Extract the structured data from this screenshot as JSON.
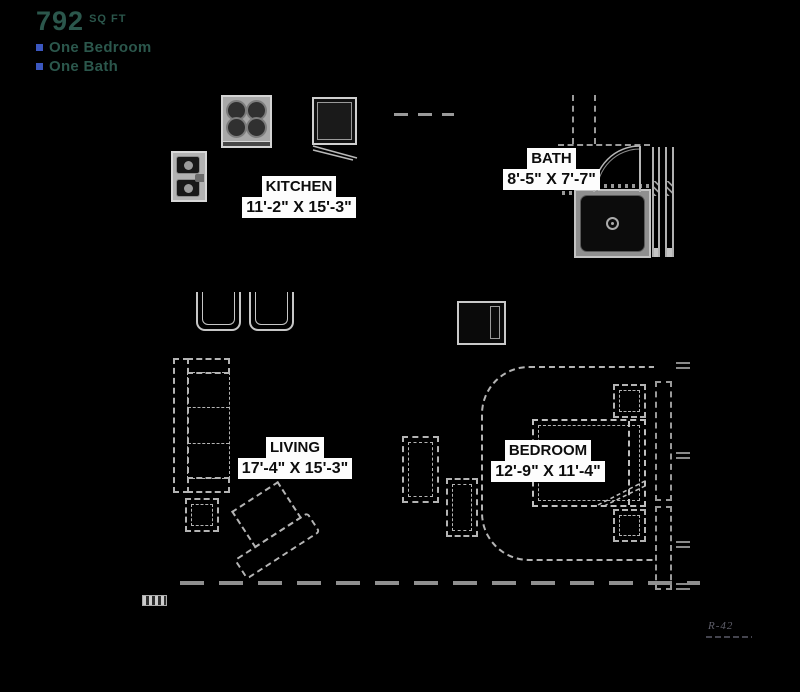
{
  "header": {
    "sqft": "792",
    "sqft_unit": "SQ FT",
    "features": [
      "One Bedroom",
      "One Bath"
    ]
  },
  "rooms": [
    {
      "name": "KITCHEN",
      "dims": "11'-2\" X 15'-3\""
    },
    {
      "name": "BATH",
      "dims": "8'-5\" X 7'-7\""
    },
    {
      "name": "LIVING",
      "dims": "17'-4\" X 15'-3\""
    },
    {
      "name": "BEDROOM",
      "dims": "12'-9\" X 11'-4\""
    }
  ],
  "annotations": {
    "plan_ref": "R-42"
  },
  "colors": {
    "background": "#000000",
    "line_gray": "#b4b4b4",
    "fixture_gray": "#cfcfcf",
    "label_bg": "#ffffff",
    "label_text": "#0d0d0d",
    "accent_teal": "#2b574c",
    "bullet_blue": "#3b57c0"
  }
}
